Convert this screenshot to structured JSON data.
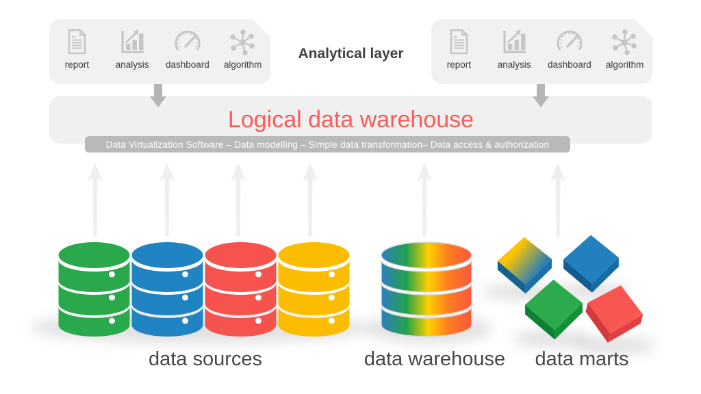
{
  "analytical_layer": {
    "title": "Analytical layer",
    "items": [
      {
        "label": "report",
        "icon": "report-icon"
      },
      {
        "label": "analysis",
        "icon": "analysis-icon"
      },
      {
        "label": "dashboard",
        "icon": "dashboard-icon"
      },
      {
        "label": "algorithm",
        "icon": "algorithm-icon"
      }
    ]
  },
  "logical_warehouse": {
    "title": "Logical data warehouse",
    "subtitle": "Data Virtualization Software – Data modelling – Simple data transformation– Data access & authorization"
  },
  "bottom_labels": {
    "data_sources": "data sources",
    "data_warehouse": "data warehouse",
    "data_marts": "data marts"
  },
  "colors": {
    "ldw_title": "#fb5b55",
    "panel_bg": "#f1f1f2",
    "ldw_bar_bg": "#f0f0f1",
    "subbar_bg": "#b9b9b9",
    "subbar_text": "#ffffff",
    "icon_gray": "#c6c6c6",
    "down_arrow": "#b5b5b5",
    "up_arrow": "#efefef",
    "source_cylinders": [
      "#2aa84c",
      "#2184c2",
      "#f6534f",
      "#fcbd00"
    ],
    "warehouse_gradient": [
      "#2e7fc1",
      "#22a24b",
      "#ffd000",
      "#fd7d20",
      "#fb573f"
    ],
    "cubes": {
      "yellow_blue": {
        "from": "#fcc400",
        "to": "#2a7fb8",
        "side_right": "#1d6fa5",
        "side_left": "#15618f"
      },
      "blue": {
        "face": "#2180bd",
        "side_right": "#176ba3",
        "side_left": "#115c90"
      },
      "green": {
        "face": "#2baa4e",
        "side_right": "#149138",
        "side_left": "#0e8133"
      },
      "red": {
        "face": "#f75652",
        "side_right": "#e13f41",
        "side_left": "#d2383c"
      }
    }
  }
}
